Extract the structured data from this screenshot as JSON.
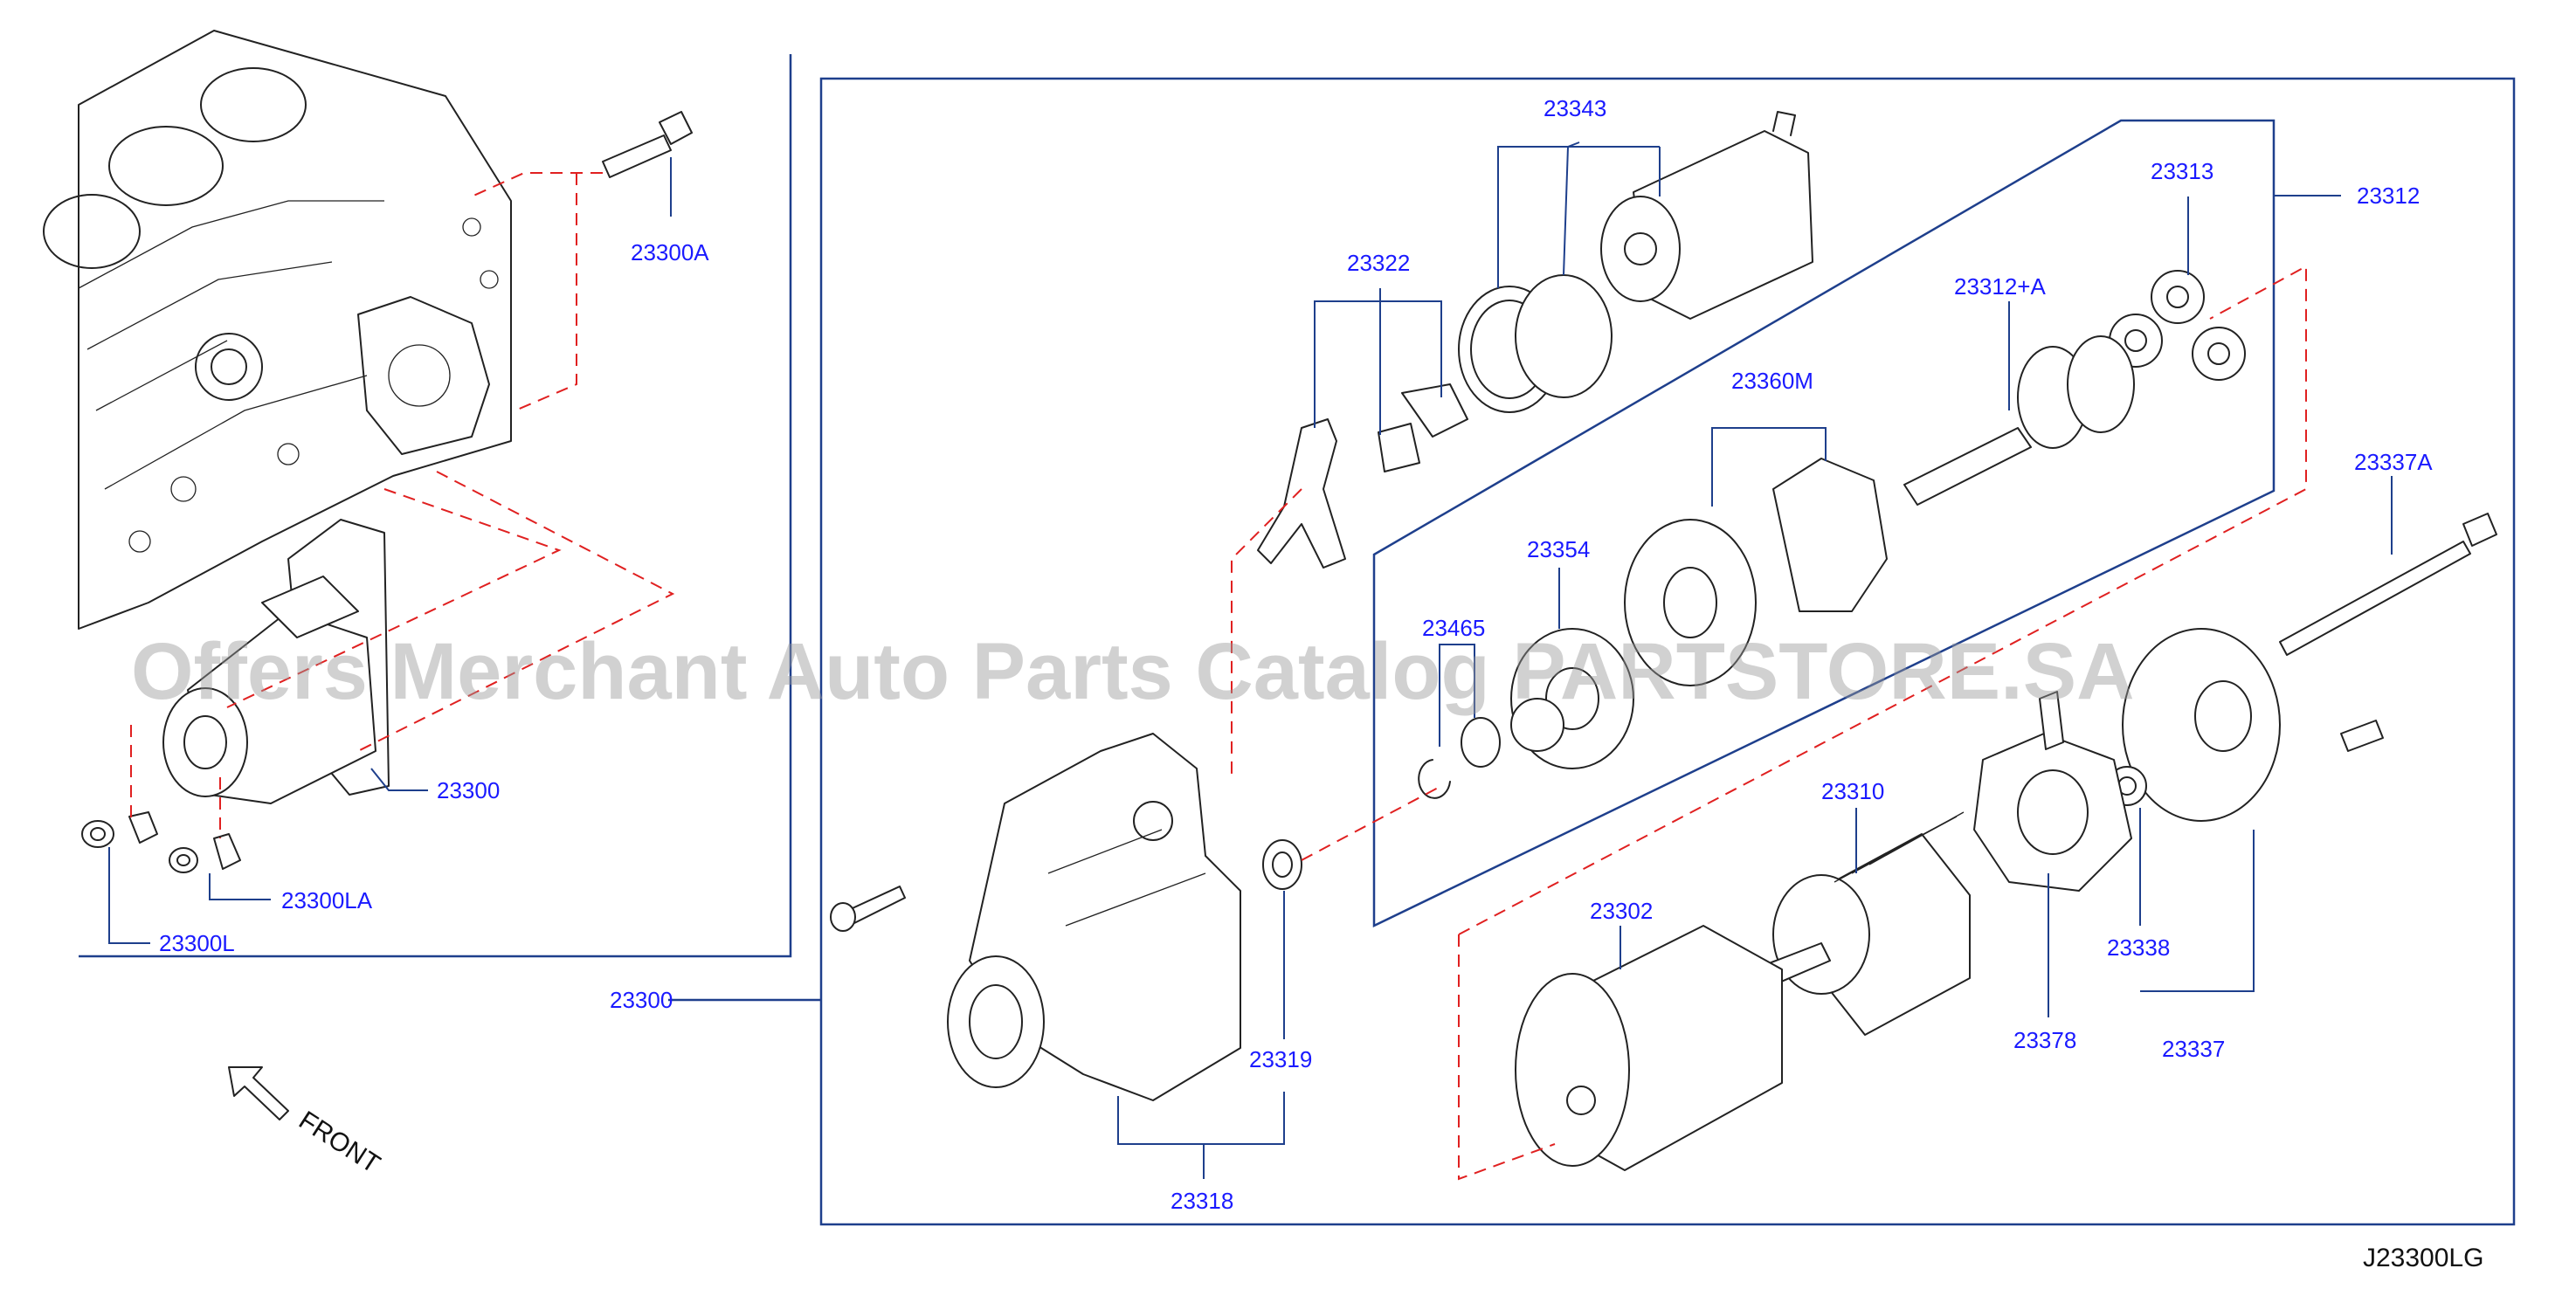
{
  "diagram": {
    "watermark": "Offers Merchant Auto Parts Catalog PARTSTORE.SA",
    "diagram_code": "J23300LG",
    "front_label": "FRONT",
    "callouts": {
      "c23300A": "23300A",
      "c23300": "23300",
      "c23300LA": "23300LA",
      "c23300L": "23300L",
      "c23300_main": "23300",
      "c23343": "23343",
      "c23322": "23322",
      "c23313": "23313",
      "c23312": "23312",
      "c23312A": "23312+A",
      "c23360M": "23360M",
      "c23354": "23354",
      "c23465": "23465",
      "c23337A": "23337A",
      "c23310": "23310",
      "c23302": "23302",
      "c23338": "23338",
      "c23319": "23319",
      "c23378": "23378",
      "c23337": "23337",
      "c23318": "23318"
    }
  }
}
